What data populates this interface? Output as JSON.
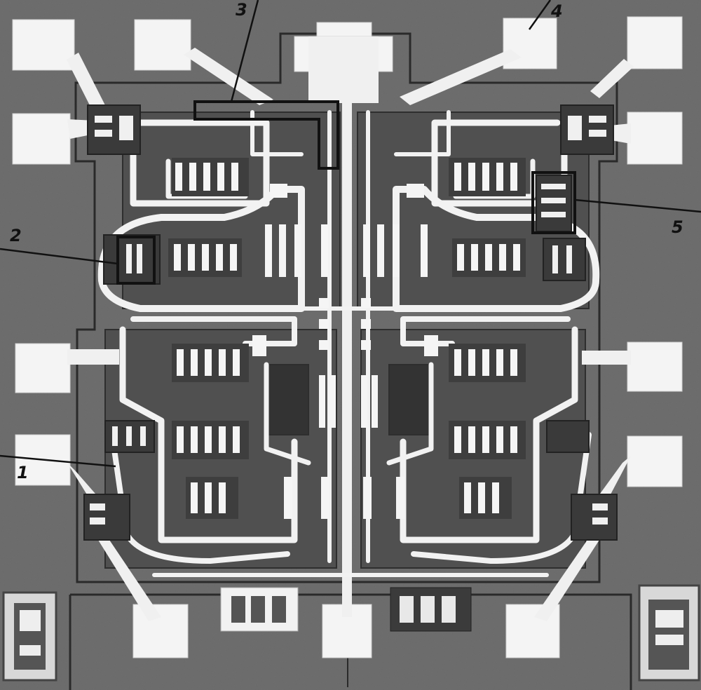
{
  "figure": {
    "callouts": [
      {
        "id": "1",
        "label": "1"
      },
      {
        "id": "2",
        "label": "2"
      },
      {
        "id": "3",
        "label": "3"
      },
      {
        "id": "4",
        "label": "4"
      },
      {
        "id": "5",
        "label": "5"
      }
    ]
  },
  "colors": {
    "substrate": "#6e6e6e",
    "well": "#4a4a4a",
    "metal": "#f2f2f2",
    "edge": "#2a2a2a",
    "box": "#111111"
  }
}
